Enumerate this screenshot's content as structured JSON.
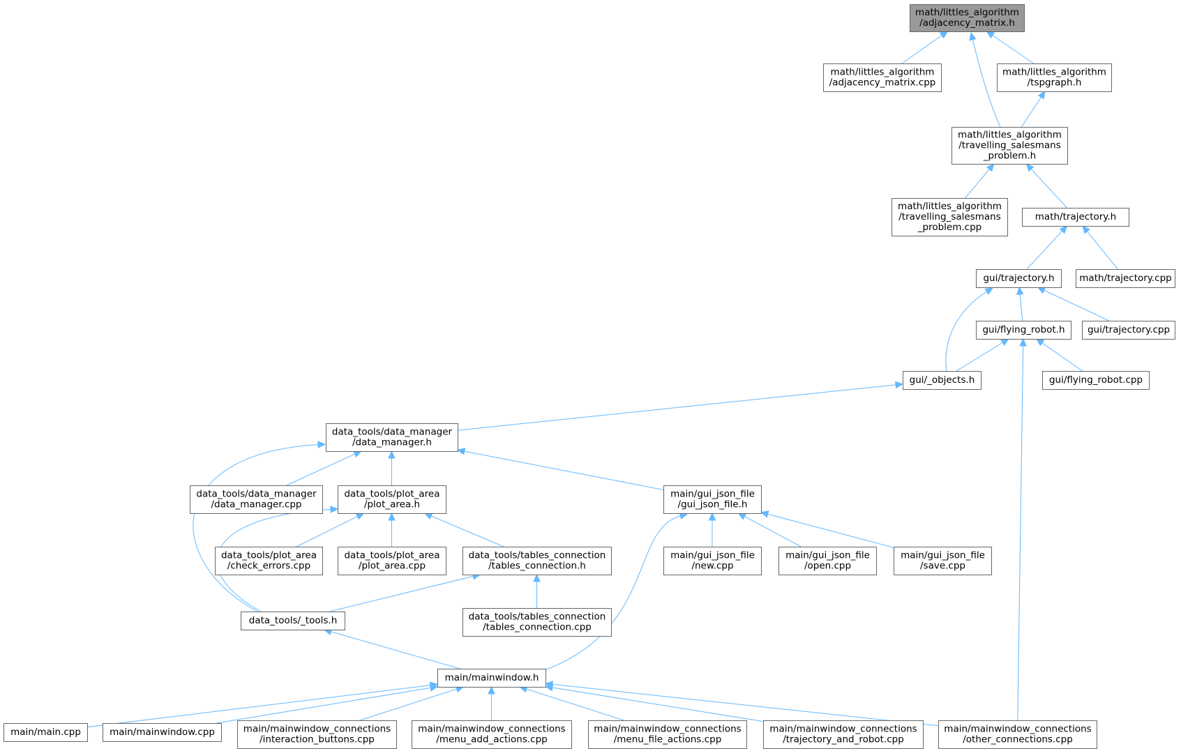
{
  "diagram": {
    "nodes": [
      {
        "id": "adjacency_matrix_h",
        "lines": [
          "math/littles_algorithm",
          "/adjacency_matrix.h"
        ],
        "root": true
      },
      {
        "id": "adjacency_matrix_cpp",
        "lines": [
          "math/littles_algorithm",
          "/adjacency_matrix.cpp"
        ]
      },
      {
        "id": "tspgraph_h",
        "lines": [
          "math/littles_algorithm",
          "/tspgraph.h"
        ]
      },
      {
        "id": "tsp_h",
        "lines": [
          "math/littles_algorithm",
          "/travelling_salesmans",
          "_problem.h"
        ]
      },
      {
        "id": "tsp_cpp",
        "lines": [
          "math/littles_algorithm",
          "/travelling_salesmans",
          "_problem.cpp"
        ]
      },
      {
        "id": "math_trajectory_h",
        "lines": [
          "math/trajectory.h"
        ]
      },
      {
        "id": "gui_trajectory_h",
        "lines": [
          "gui/trajectory.h"
        ]
      },
      {
        "id": "math_trajectory_cpp",
        "lines": [
          "math/trajectory.cpp"
        ]
      },
      {
        "id": "flying_robot_h",
        "lines": [
          "gui/flying_robot.h"
        ]
      },
      {
        "id": "gui_trajectory_cpp",
        "lines": [
          "gui/trajectory.cpp"
        ]
      },
      {
        "id": "objects_h",
        "lines": [
          "gui/_objects.h"
        ]
      },
      {
        "id": "flying_robot_cpp",
        "lines": [
          "gui/flying_robot.cpp"
        ]
      },
      {
        "id": "data_manager_h",
        "lines": [
          "data_tools/data_manager",
          "/data_manager.h"
        ]
      },
      {
        "id": "data_manager_cpp",
        "lines": [
          "data_tools/data_manager",
          "/data_manager.cpp"
        ]
      },
      {
        "id": "plot_area_h",
        "lines": [
          "data_tools/plot_area",
          "/plot_area.h"
        ]
      },
      {
        "id": "gui_json_file_h",
        "lines": [
          "main/gui_json_file",
          "/gui_json_file.h"
        ]
      },
      {
        "id": "check_errors_cpp",
        "lines": [
          "data_tools/plot_area",
          "/check_errors.cpp"
        ]
      },
      {
        "id": "plot_area_cpp",
        "lines": [
          "data_tools/plot_area",
          "/plot_area.cpp"
        ]
      },
      {
        "id": "tables_connection_h",
        "lines": [
          "data_tools/tables_connection",
          "/tables_connection.h"
        ]
      },
      {
        "id": "new_cpp",
        "lines": [
          "main/gui_json_file",
          "/new.cpp"
        ]
      },
      {
        "id": "open_cpp",
        "lines": [
          "main/gui_json_file",
          "/open.cpp"
        ]
      },
      {
        "id": "save_cpp",
        "lines": [
          "main/gui_json_file",
          "/save.cpp"
        ]
      },
      {
        "id": "tools_h",
        "lines": [
          "data_tools/_tools.h"
        ]
      },
      {
        "id": "tables_connection_cpp",
        "lines": [
          "data_tools/tables_connection",
          "/tables_connection.cpp"
        ]
      },
      {
        "id": "mainwindow_h",
        "lines": [
          "main/mainwindow.h"
        ]
      },
      {
        "id": "main_cpp",
        "lines": [
          "main/main.cpp"
        ]
      },
      {
        "id": "mainwindow_cpp",
        "lines": [
          "main/mainwindow.cpp"
        ]
      },
      {
        "id": "interaction_buttons_cpp",
        "lines": [
          "main/mainwindow_connections",
          "/interaction_buttons.cpp"
        ]
      },
      {
        "id": "menu_add_actions_cpp",
        "lines": [
          "main/mainwindow_connections",
          "/menu_add_actions.cpp"
        ]
      },
      {
        "id": "menu_file_actions_cpp",
        "lines": [
          "main/mainwindow_connections",
          "/menu_file_actions.cpp"
        ]
      },
      {
        "id": "trajectory_and_robot_cpp",
        "lines": [
          "main/mainwindow_connections",
          "/trajectory_and_robot.cpp"
        ]
      },
      {
        "id": "other_connections_cpp",
        "lines": [
          "main/mainwindow_connections",
          "/other_connections.cpp"
        ]
      }
    ],
    "edges": [
      {
        "from": "adjacency_matrix_cpp",
        "to": "adjacency_matrix_h"
      },
      {
        "from": "tsp_h",
        "to": "adjacency_matrix_h"
      },
      {
        "from": "tspgraph_h",
        "to": "adjacency_matrix_h"
      },
      {
        "from": "tsp_h",
        "to": "tspgraph_h"
      },
      {
        "from": "tsp_cpp",
        "to": "tsp_h"
      },
      {
        "from": "math_trajectory_h",
        "to": "tsp_h"
      },
      {
        "from": "gui_trajectory_h",
        "to": "math_trajectory_h"
      },
      {
        "from": "math_trajectory_cpp",
        "to": "math_trajectory_h"
      },
      {
        "from": "objects_h",
        "to": "gui_trajectory_h"
      },
      {
        "from": "flying_robot_h",
        "to": "gui_trajectory_h"
      },
      {
        "from": "gui_trajectory_cpp",
        "to": "gui_trajectory_h"
      },
      {
        "from": "objects_h",
        "to": "flying_robot_h"
      },
      {
        "from": "other_connections_cpp",
        "to": "flying_robot_h"
      },
      {
        "from": "flying_robot_cpp",
        "to": "flying_robot_h"
      },
      {
        "from": "data_manager_h",
        "to": "objects_h"
      },
      {
        "from": "tools_h",
        "to": "data_manager_h"
      },
      {
        "from": "data_manager_cpp",
        "to": "data_manager_h"
      },
      {
        "from": "plot_area_h",
        "to": "data_manager_h"
      },
      {
        "from": "gui_json_file_h",
        "to": "data_manager_h"
      },
      {
        "from": "tools_h",
        "to": "plot_area_h"
      },
      {
        "from": "check_errors_cpp",
        "to": "plot_area_h"
      },
      {
        "from": "plot_area_cpp",
        "to": "plot_area_h"
      },
      {
        "from": "tables_connection_h",
        "to": "plot_area_h"
      },
      {
        "from": "tools_h",
        "to": "tables_connection_h"
      },
      {
        "from": "tables_connection_cpp",
        "to": "tables_connection_h"
      },
      {
        "from": "mainwindow_h",
        "to": "gui_json_file_h"
      },
      {
        "from": "new_cpp",
        "to": "gui_json_file_h"
      },
      {
        "from": "open_cpp",
        "to": "gui_json_file_h"
      },
      {
        "from": "save_cpp",
        "to": "gui_json_file_h"
      },
      {
        "from": "mainwindow_h",
        "to": "tools_h"
      },
      {
        "from": "main_cpp",
        "to": "mainwindow_h"
      },
      {
        "from": "mainwindow_cpp",
        "to": "mainwindow_h"
      },
      {
        "from": "interaction_buttons_cpp",
        "to": "mainwindow_h"
      },
      {
        "from": "menu_add_actions_cpp",
        "to": "mainwindow_h"
      },
      {
        "from": "menu_file_actions_cpp",
        "to": "mainwindow_h"
      },
      {
        "from": "trajectory_and_robot_cpp",
        "to": "mainwindow_h"
      },
      {
        "from": "other_connections_cpp",
        "to": "mainwindow_h"
      }
    ],
    "colors": {
      "edge": "#63b8ff",
      "root_fill": "#999999",
      "node_fill": "#ffffff",
      "node_border": "#666666"
    }
  }
}
